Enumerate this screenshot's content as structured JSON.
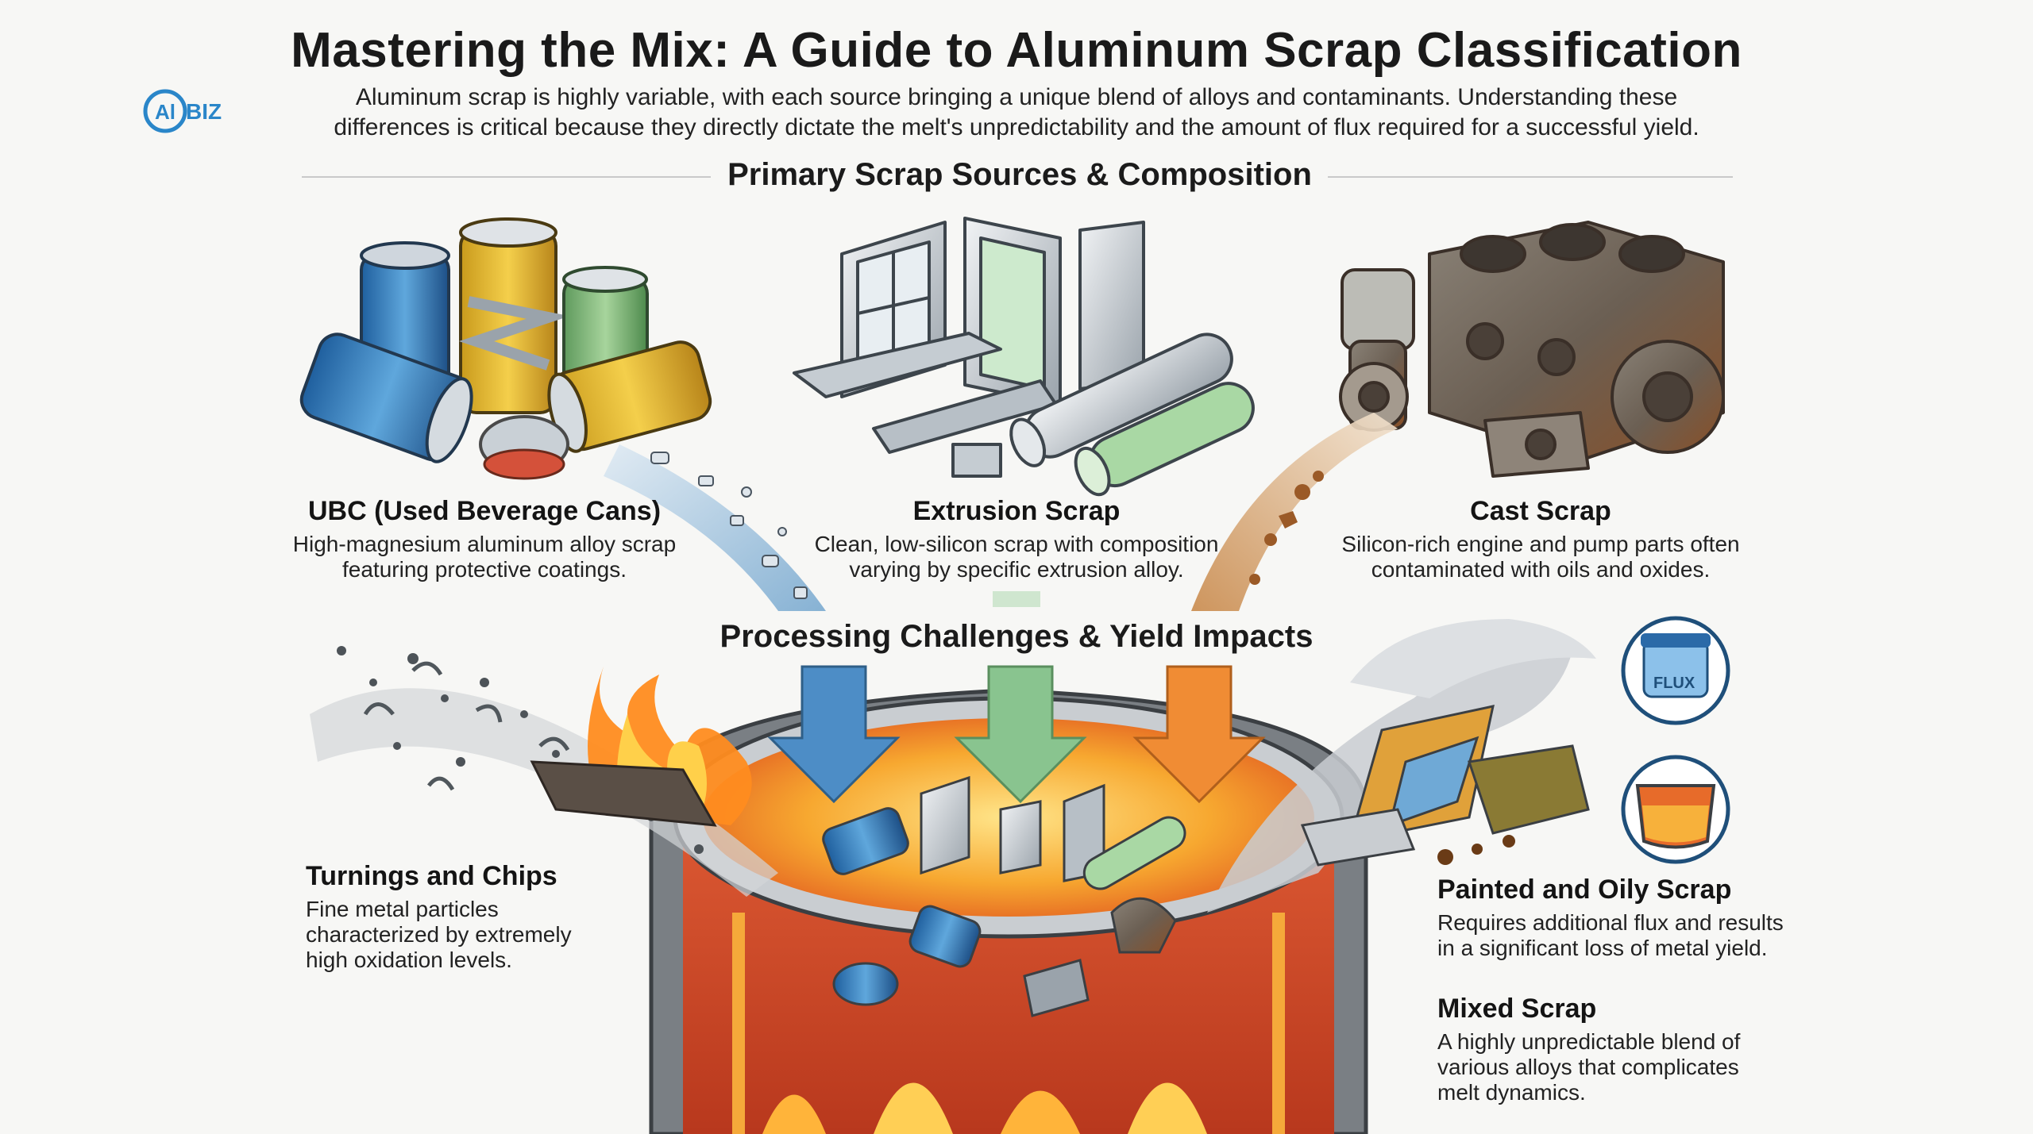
{
  "header": {
    "title": "Mastering the Mix: A Guide to Aluminum Scrap Classification",
    "logo_text_left": "Al",
    "logo_text_right": "BIZ",
    "intro_line1": "Aluminum scrap is highly variable, with each source bringing a unique blend of alloys and contaminants. Understanding these",
    "intro_line2": "differences is critical because they directly dictate the melt's unpredictability and the amount of flux required for a successful yield."
  },
  "sections": {
    "primary": "Primary Scrap Sources & Composition",
    "processing": "Processing Challenges & Yield Impacts"
  },
  "sources": [
    {
      "title": "UBC (Used Beverage Cans)",
      "desc_line1": "High-magnesium aluminum alloy scrap",
      "desc_line2": "featuring protective coatings.",
      "icon": "beverage-cans-icon"
    },
    {
      "title": "Extrusion Scrap",
      "desc_line1": "Clean, low-silicon scrap with composition",
      "desc_line2": "varying by specific extrusion alloy.",
      "icon": "extrusion-profiles-icon"
    },
    {
      "title": "Cast Scrap",
      "desc_line1": "Silicon-rich engine and pump parts often",
      "desc_line2": "contaminated with oils and oxides.",
      "icon": "engine-parts-icon"
    }
  ],
  "challenges": {
    "turnings": {
      "title": "Turnings and Chips",
      "desc_line1": "Fine metal particles",
      "desc_line2": "characterized by extremely",
      "desc_line3": "high oxidation levels."
    },
    "painted": {
      "title": "Painted and Oily Scrap",
      "desc_line1": "Requires additional flux and results",
      "desc_line2": "in a significant loss of metal yield."
    },
    "mixed": {
      "title": "Mixed Scrap",
      "desc_line1": "A highly unpredictable blend of",
      "desc_line2": "various alloys that complicates",
      "desc_line3": "melt dynamics."
    },
    "flux_label": "FLUX"
  },
  "colors": {
    "ubc_stream": "#8cb7d6",
    "extrusion_stream": "#a9d3ac",
    "cast_stream": "#d29a5c",
    "melt": "#f29a2e",
    "furnace": "#d9552b",
    "logo_blue": "#2a86c9"
  }
}
